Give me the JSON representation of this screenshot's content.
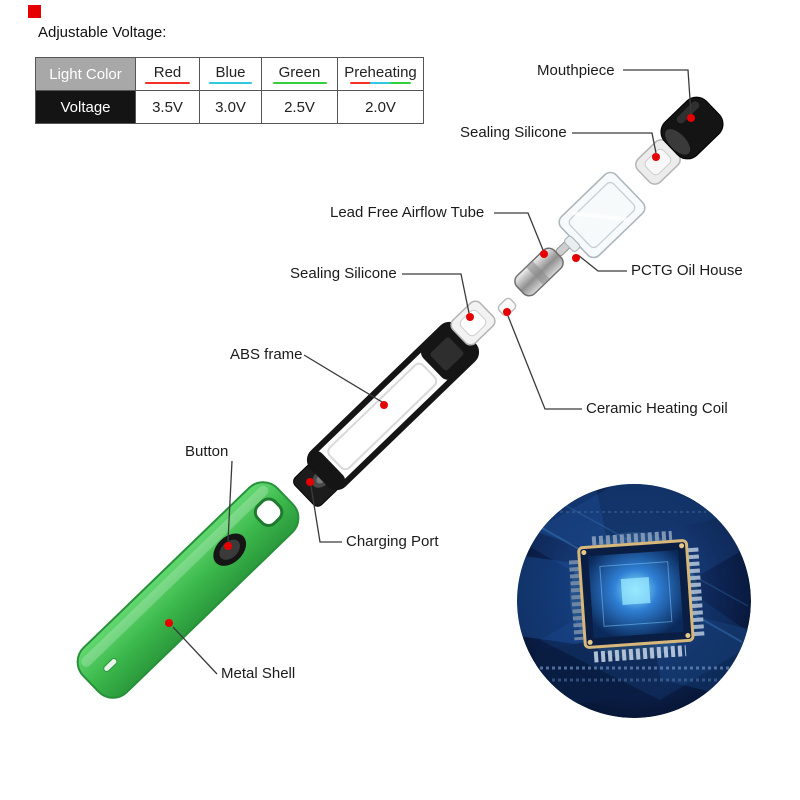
{
  "corner_marker_color": "#e60000",
  "voltage_section": {
    "title": "Adjustable Voltage:",
    "table": {
      "row1_label": "Light Color",
      "row2_label": "Voltage",
      "columns": [
        {
          "name": "Red",
          "voltage": "3.5V",
          "underline": "#f53126"
        },
        {
          "name": "Blue",
          "voltage": "3.0V",
          "underline": "#2fc9e0"
        },
        {
          "name": "Green",
          "voltage": "2.5V",
          "underline": "#35d13a"
        },
        {
          "name": "Preheating",
          "voltage": "2.0V",
          "underline": "linear-gradient(90deg,#f53126 33%,#2fc9e0 33%,#2fc9e0 66%,#35d13a 66%)"
        }
      ]
    }
  },
  "part_labels": {
    "mouthpiece": "Mouthpiece",
    "sealing_silicone_top": "Sealing Silicone",
    "lead_free_airflow_tube": "Lead Free Airflow Tube",
    "pctg_oil_house": "PCTG Oil House",
    "sealing_silicone_mid": "Sealing Silicone",
    "abs_frame": "ABS frame",
    "ceramic_heating_coil": "Ceramic Heating Coil",
    "button": "Button",
    "charging_port": "Charging Port",
    "metal_shell": "Metal Shell"
  },
  "colors": {
    "shell_green": "#3cb94c",
    "marker_red": "#e60000",
    "leader_line": "#3a3a3a",
    "chip_glow": "#8ee9ff"
  }
}
